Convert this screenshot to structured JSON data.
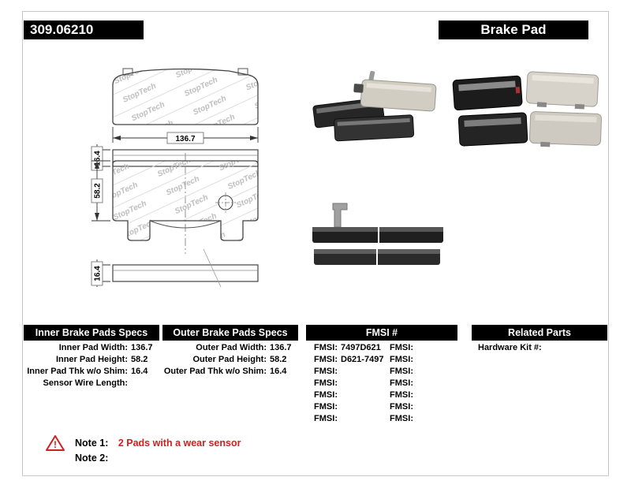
{
  "header": {
    "part_number": "309.06210",
    "product_type": "Brake Pad"
  },
  "colors": {
    "bar_black": "#000000",
    "note_red": "#cc2222"
  },
  "icons": {
    "warning": "warning-triangle-icon",
    "warning_glyph": "!"
  },
  "drawings": {
    "watermark": "StopTech",
    "dim_width": "136.7",
    "dim_thickness_top": "16.4",
    "dim_height": "58.2",
    "dim_thickness_bottom": "16.4"
  },
  "tables": {
    "inner": {
      "title": "Inner Brake Pads Specs",
      "rows": [
        {
          "label": "Inner Pad Width:",
          "value": "136.7"
        },
        {
          "label": "Inner Pad Height:",
          "value": "58.2"
        },
        {
          "label": "Inner Pad Thk w/o Shim:",
          "value": "16.4"
        },
        {
          "label": "Sensor Wire Length:",
          "value": ""
        }
      ]
    },
    "outer": {
      "title": "Outer Brake Pads Specs",
      "rows": [
        {
          "label": "Outer Pad Width:",
          "value": "136.7"
        },
        {
          "label": "Outer Pad Height:",
          "value": "58.2"
        },
        {
          "label": "Outer Pad Thk w/o Shim:",
          "value": "16.4"
        }
      ]
    },
    "fmsi": {
      "title": "FMSI #",
      "left": [
        {
          "label": "FMSI:",
          "value": "7497D621"
        },
        {
          "label": "FMSI:",
          "value": "D621-7497"
        },
        {
          "label": "FMSI:",
          "value": ""
        },
        {
          "label": "FMSI:",
          "value": ""
        },
        {
          "label": "FMSI:",
          "value": ""
        },
        {
          "label": "FMSI:",
          "value": ""
        },
        {
          "label": "FMSI:",
          "value": ""
        }
      ],
      "right": [
        {
          "label": "FMSI:",
          "value": ""
        },
        {
          "label": "FMSI:",
          "value": ""
        },
        {
          "label": "FMSI:",
          "value": ""
        },
        {
          "label": "FMSI:",
          "value": ""
        },
        {
          "label": "FMSI:",
          "value": ""
        },
        {
          "label": "FMSI:",
          "value": ""
        },
        {
          "label": "FMSI:",
          "value": ""
        }
      ]
    },
    "related": {
      "title": "Related Parts",
      "rows": [
        {
          "label": "Hardware Kit #:",
          "value": ""
        }
      ]
    }
  },
  "notes": {
    "note1_label": "Note 1:",
    "note1_text": "2 Pads with a wear sensor",
    "note2_label": "Note 2:",
    "note2_text": ""
  }
}
